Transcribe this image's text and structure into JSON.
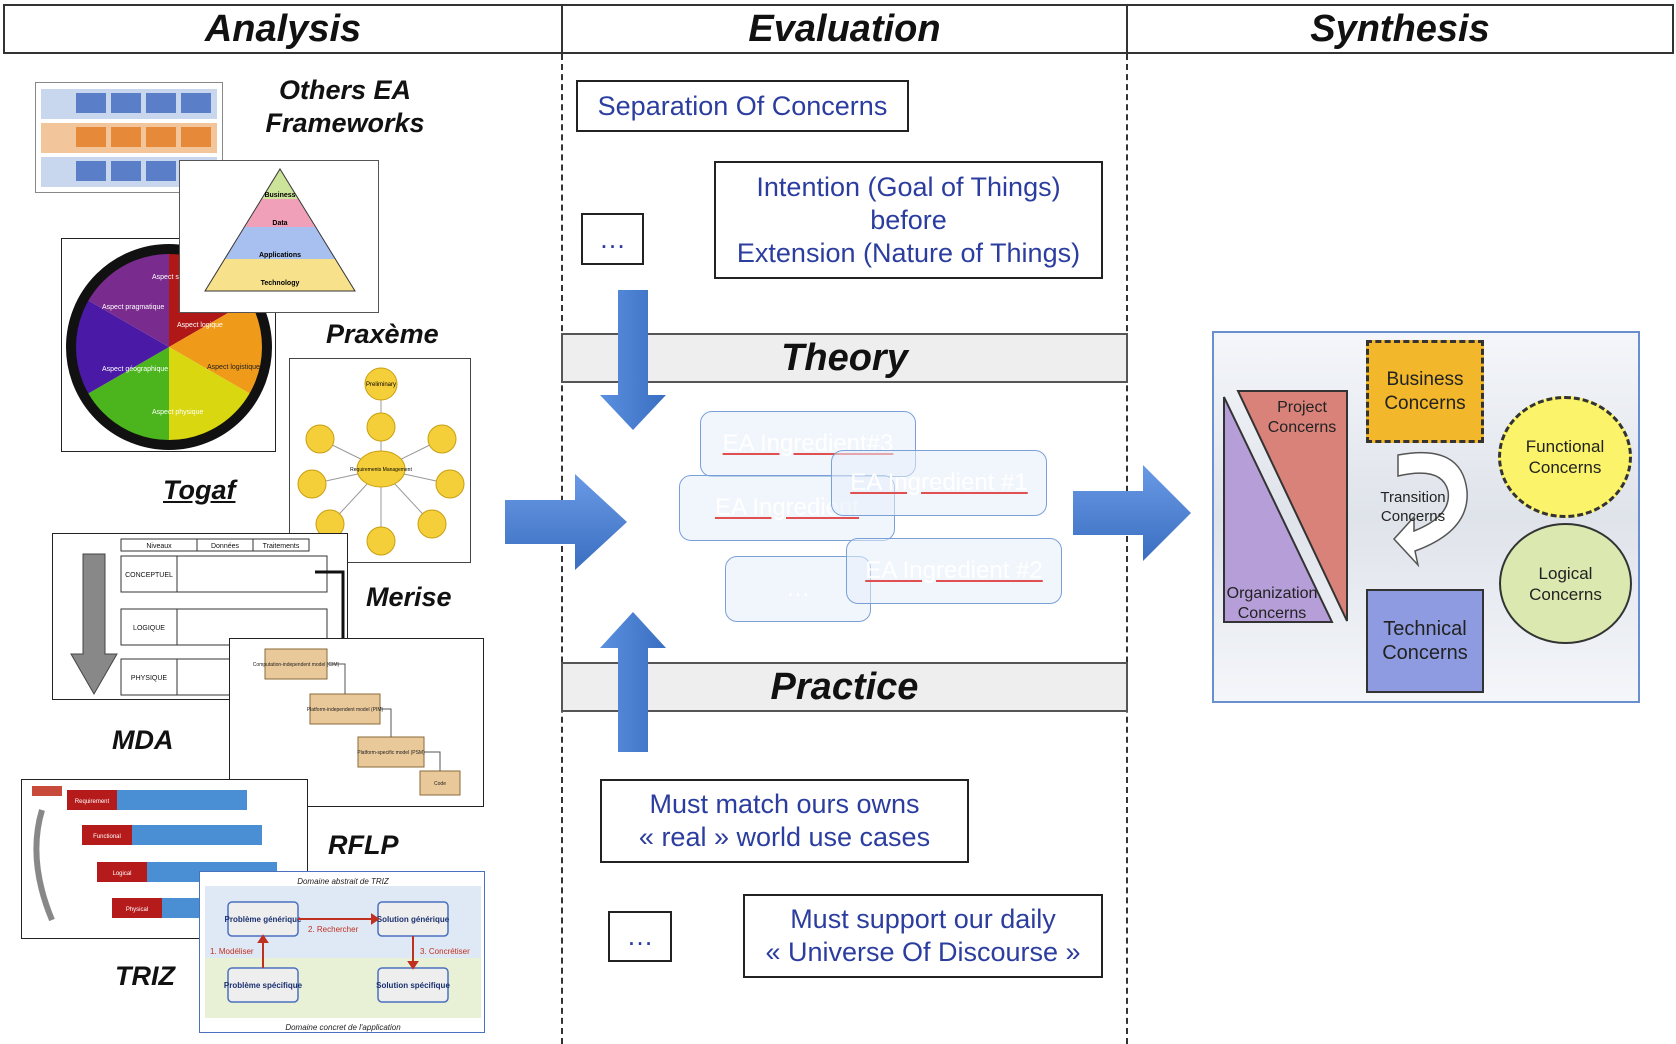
{
  "headers": {
    "analysis": "Analysis",
    "evaluation": "Evaluation",
    "synthesis": "Synthesis"
  },
  "bands": {
    "theory": "Theory",
    "practice": "Practice"
  },
  "frameworks": {
    "others": "Others EA\nFrameworks",
    "praxeme": "Praxème",
    "togaf": "Togaf",
    "merise": "Merise",
    "mda": "MDA",
    "rflp": "RFLP",
    "triz": "TRIZ"
  },
  "evaluation_boxes": {
    "soc": "Separation Of Concerns",
    "intention": "Intention  (Goal of Things)\nbefore\nExtension (Nature of Things)",
    "ellipsis_top": "…",
    "must_match": "Must match ours owns\n« real » world use cases",
    "ellipsis_bottom": "…",
    "must_support": "Must support our daily\n« Universe Of Discourse »"
  },
  "ingredients": {
    "i3": "EA Ingredient#3",
    "i1": "EA Ingredient #1",
    "i_mid": "EA Ingredient",
    "i2": "EA Ingredient #2",
    "i_dots": "…"
  },
  "concerns": {
    "project": "Project\nConcerns",
    "business": "Business\nConcerns",
    "functional": "Functional\nConcerns",
    "transition": "Transition\nConcerns",
    "organization": "Organization\nConcerns",
    "technical": "Technical\nConcerns",
    "logical": "Logical\nConcerns"
  },
  "thumbnails": {
    "pyramid": {
      "business": "Business",
      "data": "Data",
      "applications": "Applications",
      "technology": "Technology"
    },
    "wheel": {
      "semantic": "Aspect sémantique",
      "logique": "Aspect logique",
      "pragmatique": "Aspect pragmatique",
      "geographique": "Aspect géographique",
      "logistique": "Aspect logistique",
      "physique": "Aspect physique"
    },
    "togaf": {
      "center": "Requirements Management",
      "prelim": "Preliminary"
    },
    "merise": {
      "niveaux": "Niveaux",
      "donnees": "Données",
      "traitements": "Traitements",
      "conceptuel": "CONCEPTUEL",
      "logique": "LOGIQUE",
      "physique": "PHYSIQUE"
    },
    "mda": {
      "cim": "Computation-independent model (CIM)",
      "pim": "Platform-independent model (PIM)",
      "psm": "Platform-specific model (PSM)",
      "code": "Code"
    },
    "rflp": {
      "requirement": "Requirement",
      "functional": "Functional",
      "logical": "Logical",
      "physical": "Physical"
    },
    "triz": {
      "top": "Domaine abstrait de TRIZ",
      "pg": "Problème générique",
      "sg": "Solution générique",
      "ps": "Problème spécifique",
      "ss": "Solution spécifique",
      "rech": "2. Rechercher",
      "mod": "1. Modéliser",
      "conc": "3. Concrétiser",
      "bottom": "Domaine concret de l'application"
    }
  },
  "colors": {
    "text_blue": "#2b3d9e",
    "arrow_blue": "#4a7fd4",
    "business": "#f2b72a",
    "functional": "#fbf46a",
    "logical": "#dbe8b0",
    "technical": "#8e9be0",
    "project": "#d9827a",
    "organization": "#b69fd8"
  }
}
